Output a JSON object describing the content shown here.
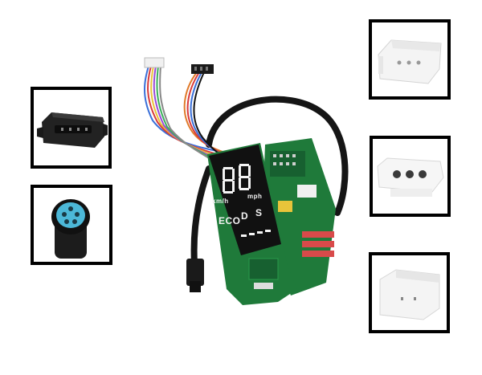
{
  "display": {
    "speed_digits": "88",
    "speed_unit_kmh": "km/h",
    "speed_unit_mph": "mph",
    "mode_eco": "ECO",
    "mode_d": "D",
    "mode_s": "S"
  },
  "colors": {
    "frame_border": "#000000",
    "pcb_green": "#1f7a3a",
    "lcd_black": "#111111",
    "connector_plastic": "#f2f2f2",
    "socket_blue": "#4cb8d8"
  }
}
